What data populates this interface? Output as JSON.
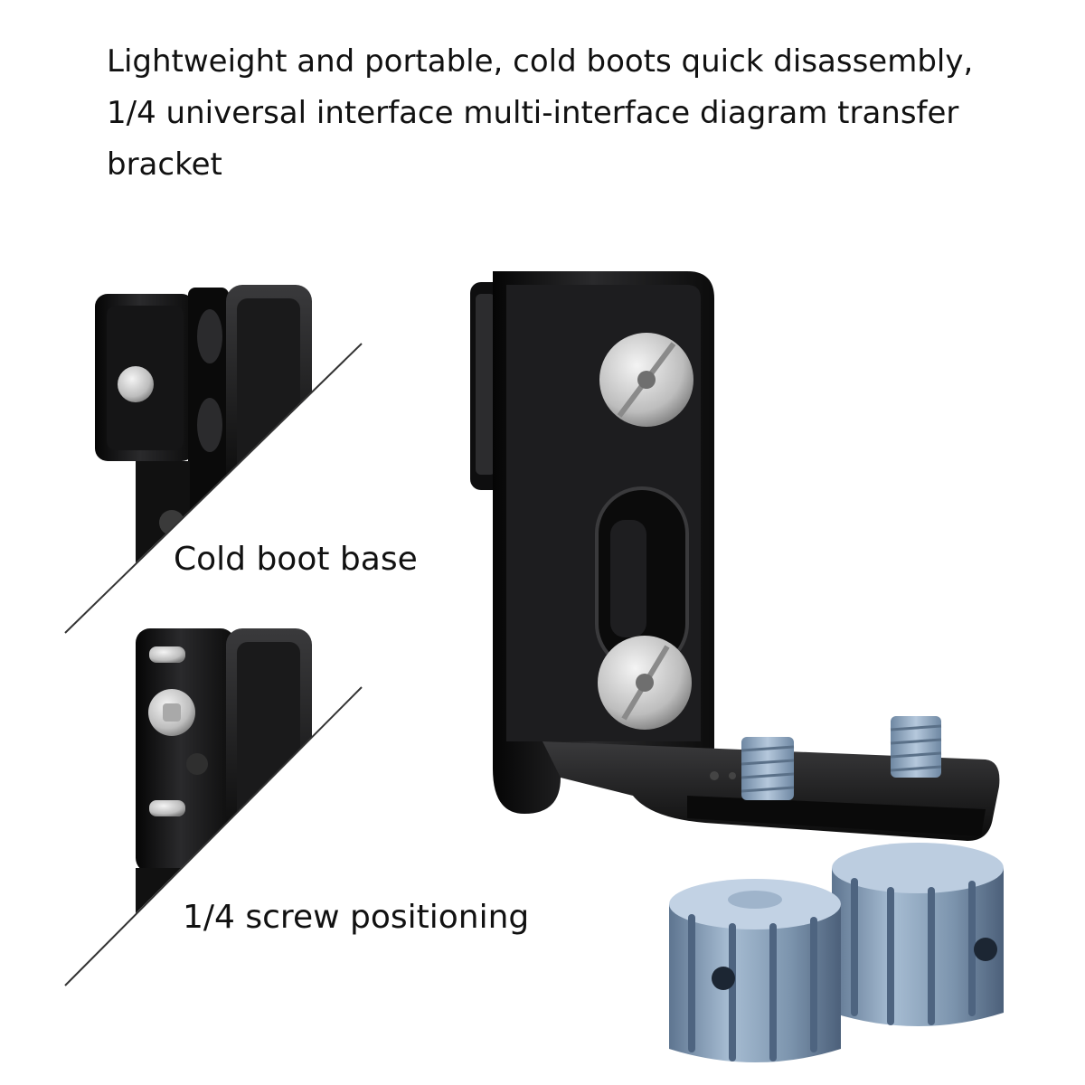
{
  "headline": {
    "line1": "Lightweight and portable, cold boots quick disassembly,",
    "line2": "1/4 universal interface multi-interface diagram transfer",
    "line3": "bracket"
  },
  "callouts": {
    "cold_boot": "Cold boot base",
    "screw": "1/4 screw positioning"
  },
  "colors": {
    "bracket_metal": "#1b1b1d",
    "knob_blue": "#8aa3bd",
    "screw_silver": "#c9c9c9",
    "text": "#111111"
  }
}
